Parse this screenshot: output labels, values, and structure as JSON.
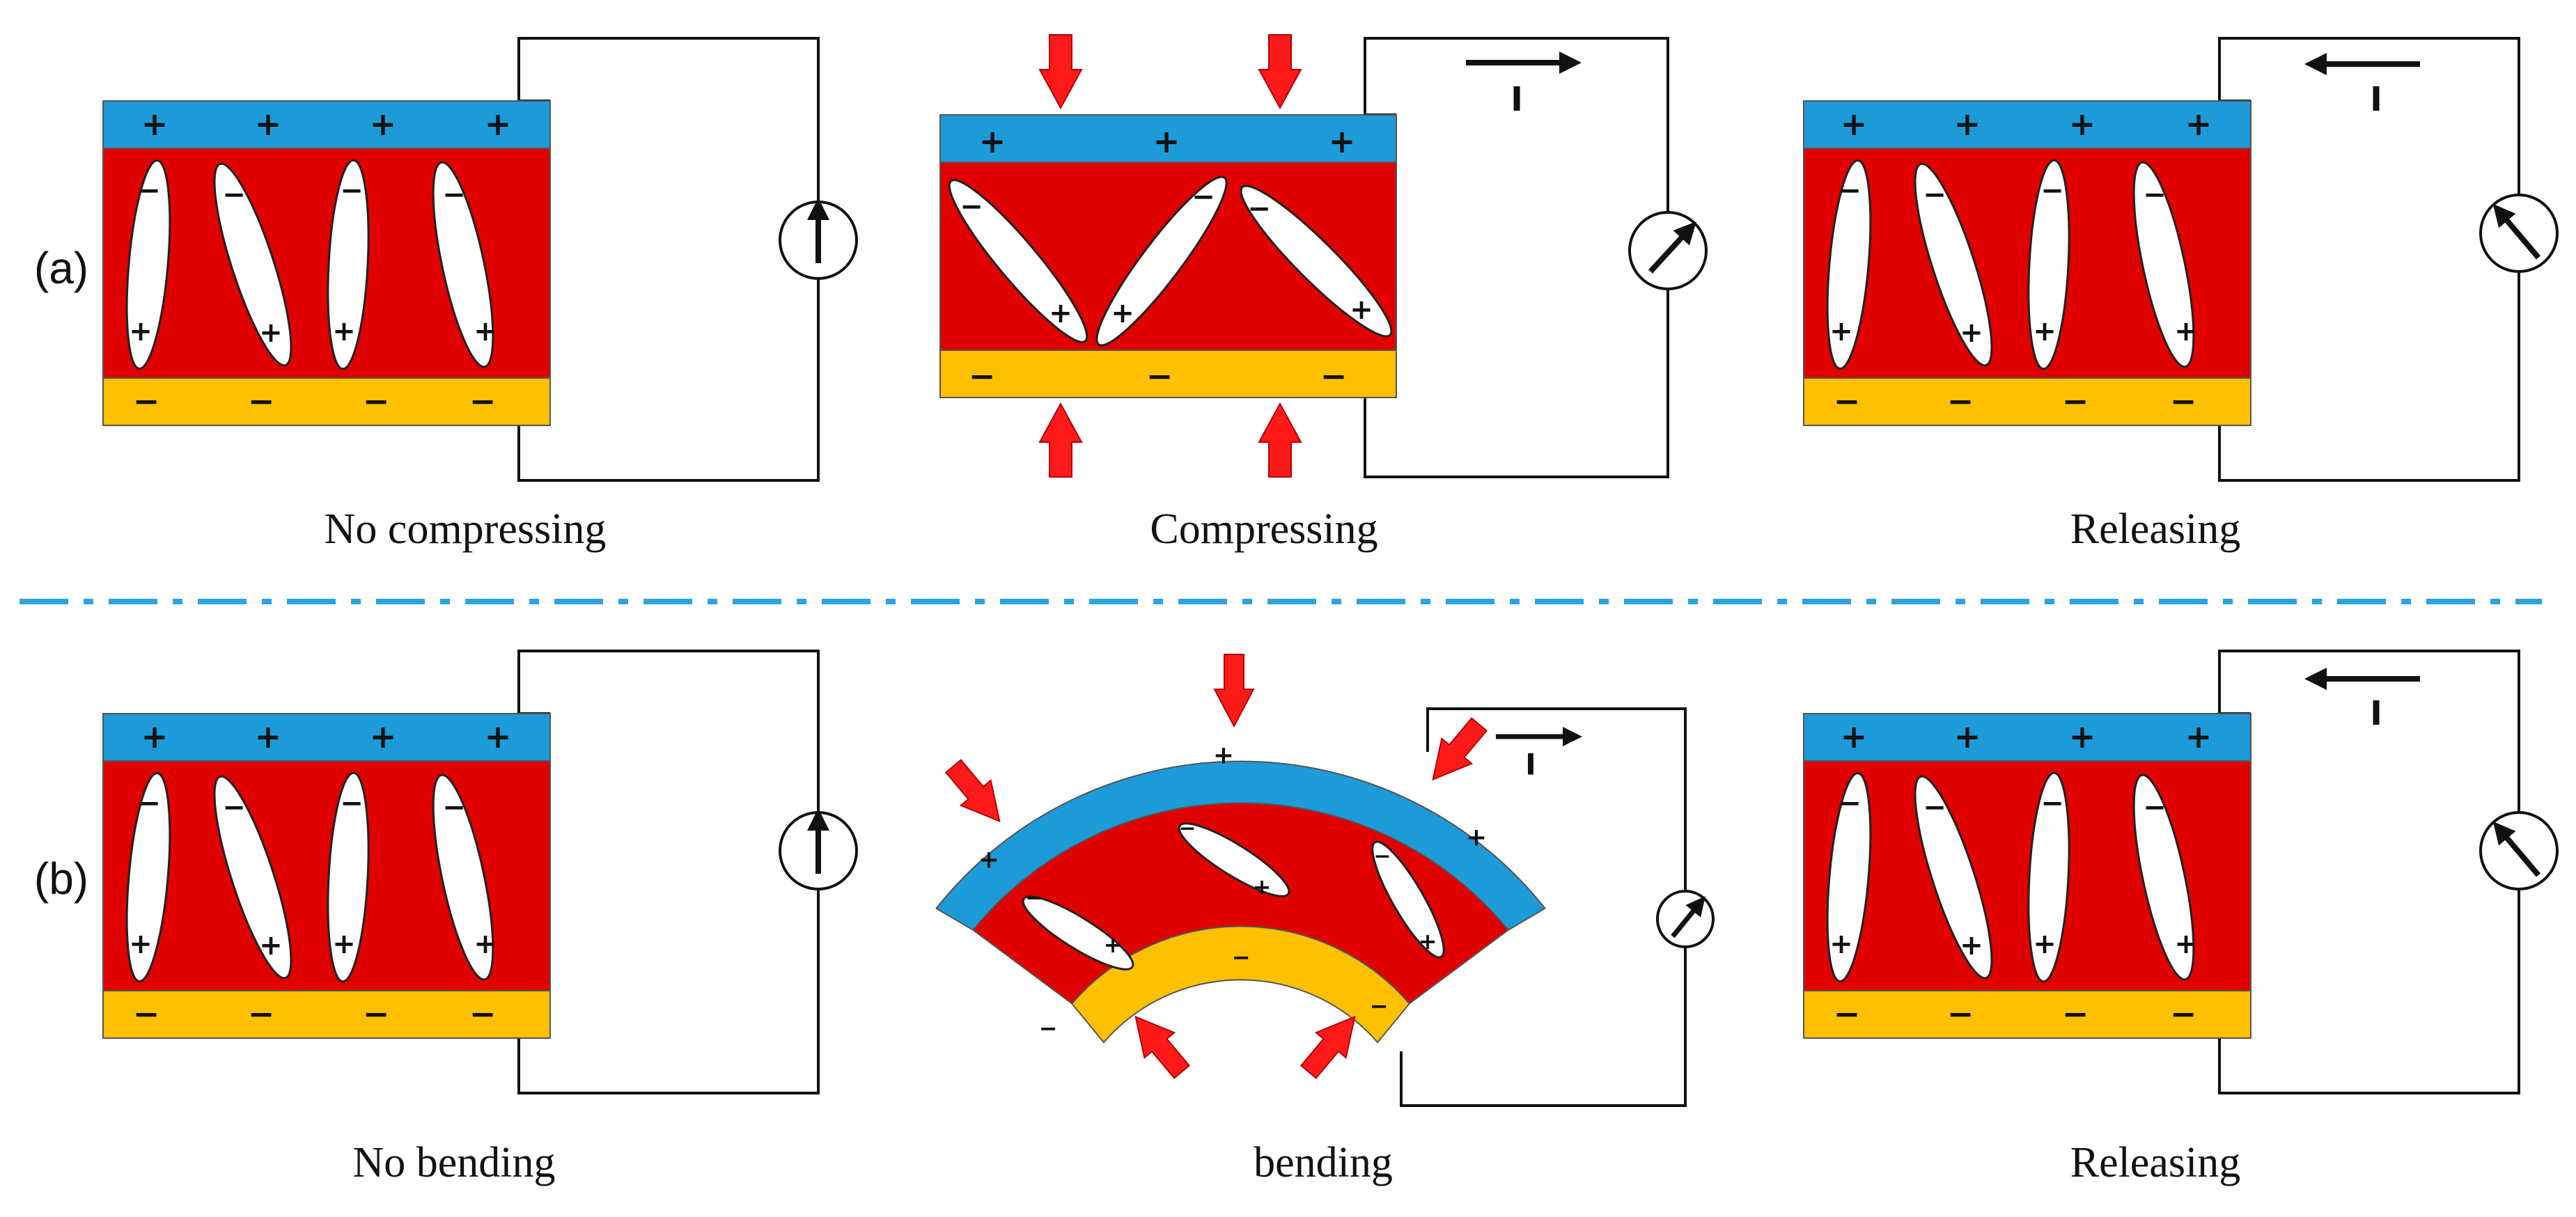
{
  "panels": [
    {
      "label": "(a)"
    },
    {
      "label": "(b)"
    }
  ],
  "captions": {
    "row_a": [
      "No compressing",
      "Compressing",
      "Releasing"
    ],
    "row_b": [
      "No bending",
      "bending",
      "Releasing"
    ]
  },
  "symbols": {
    "plus": "+",
    "minus": "−",
    "current": "I"
  },
  "colors": {
    "top_electrode": "#1d9bd9",
    "bottom_electrode": "#ffc000",
    "piezo_layer": "#e00000",
    "dipole_fill": "#ffffff",
    "force_arrow": "#ff1a1a",
    "divider": "#2aa3e0",
    "wire": "#111111"
  },
  "icons": [
    "meter-icon",
    "force-arrow-icon",
    "current-arrow-icon",
    "dipole-icon"
  ]
}
